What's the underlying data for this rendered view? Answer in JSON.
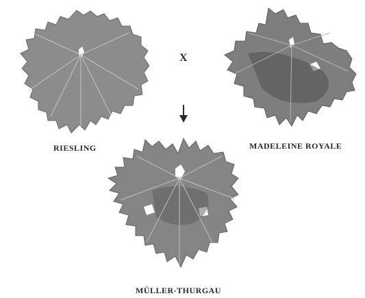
{
  "parents": {
    "left_label": "RIESLING",
    "right_label": "MADELEINE ROYALE"
  },
  "cross_symbol": "X",
  "offspring": {
    "label": "MÜLLER-THURGAU"
  },
  "icons": {
    "arrow": "down-arrow-icon"
  },
  "colors": {
    "leaf_fill": "#8a8a8a",
    "leaf_dark": "#5e5e5e",
    "vein": "#c8c8c8",
    "text": "#2a2a2a"
  }
}
